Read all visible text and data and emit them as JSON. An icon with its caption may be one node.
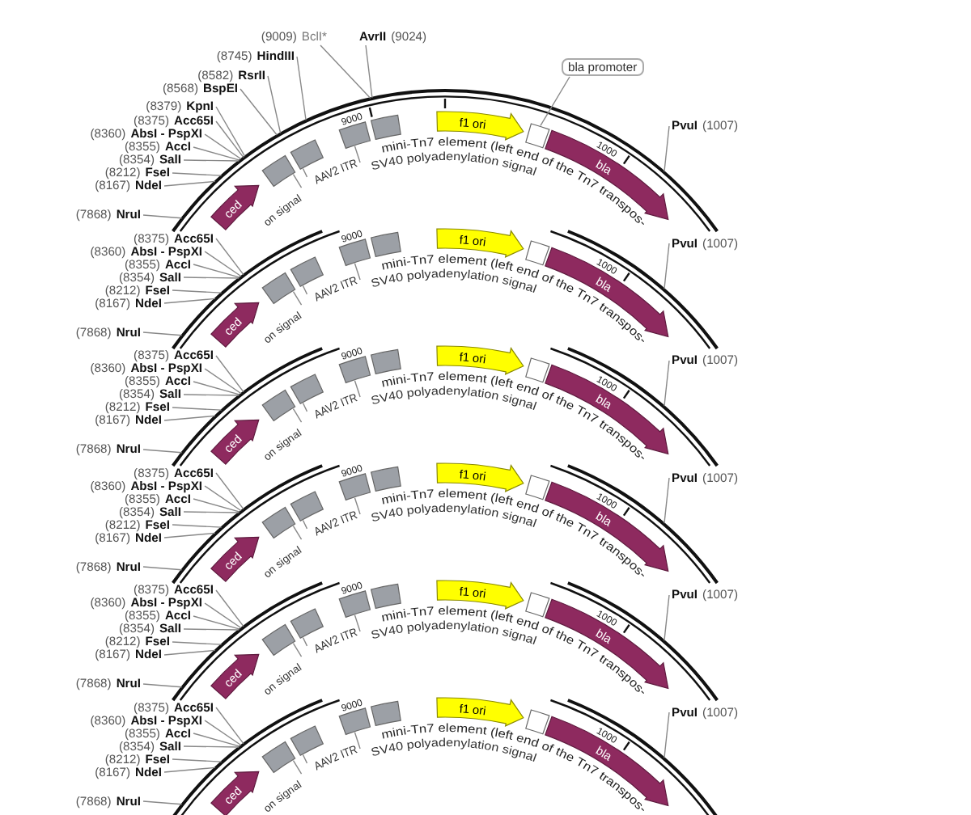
{
  "diagram": {
    "nodes": [
      {
        "text": [],
        "shape": "circle"
      },
      {
        "text": [
          "(9009)",
          "BclI*"
        ]
      },
      {
        "text": [
          "AvrII",
          "(9024)"
        ]
      },
      {
        "text": [
          "(8745)",
          "HindIII"
        ]
      },
      {
        "text": [
          "(8582)",
          "RsrII"
        ]
      },
      {
        "text": [
          "(8568)",
          "BspEI"
        ]
      },
      {
        "text": [
          "(8379)",
          "KpnI"
        ]
      },
      {
        "text": [
          "(8375)",
          "Acc65I"
        ]
      },
      {
        "text": [
          "(8360)",
          "AbsI - PspXI"
        ]
      },
      {
        "text": [
          "(8355)",
          "AccI"
        ]
      },
      {
        "text": [
          "(8354)",
          "SalI"
        ]
      },
      {
        "text": [
          "(8212)",
          "FseI"
        ]
      },
      {
        "text": [
          "(8167)",
          "NdeI"
        ]
      },
      {
        "text": [
          "(7868)",
          "NruI"
        ]
      },
      {
        "text": [
          "PvuI",
          "(1007)"
        ]
      },
      {
        "text": [
          "bla promoter"
        ]
      },
      {
        "text": [
          "f1 ori"
        ],
        "in": 0
      },
      {
        "text": [],
        "shape": "box",
        "in": 0
      },
      {
        "text": [
          "bla"
        ],
        "in": 0
      },
      {
        "text": [],
        "shape": "box",
        "in": 0
      },
      {
        "text": [],
        "shape": "box",
        "in": 0
      },
      {
        "text": [],
        "shape": "box",
        "in": 0
      },
      {
        "text": [],
        "shape": "box",
        "in": 0
      },
      {
        "text": [
          "ced"
        ],
        "in": 0
      },
      {
        "text": [
          "AAV2 ITR"
        ],
        "in": 0
      },
      {
        "text": [
          "SV40 polyadenylation signal"
        ],
        "in": 0
      },
      {
        "text": [
          "on signal"
        ],
        "in": 0
      },
      {
        "text": [],
        "shape": "circle"
      },
      {
        "text": [
          "(8375)",
          "Acc65I"
        ]
      },
      {
        "text": [
          "(8360)",
          "AbsI - PspXI"
        ]
      },
      {
        "text": [
          "(8355)",
          "AccI"
        ]
      },
      {
        "text": [
          "(8354)",
          "SalI"
        ]
      },
      {
        "text": [
          "(8212)",
          "FseI"
        ]
      },
      {
        "text": [
          "(8167)",
          "NdeI"
        ]
      },
      {
        "text": [
          "(7868)",
          "NruI"
        ]
      },
      {
        "text": [
          "PvuI",
          "(1007)"
        ]
      },
      {
        "text": [
          "f1 ori"
        ],
        "in": 27
      },
      {
        "text": [],
        "shape": "box",
        "in": 27
      },
      {
        "text": [
          "bla"
        ],
        "in": 27
      },
      {
        "text": [],
        "shape": "box",
        "in": 27
      },
      {
        "text": [],
        "shape": "box",
        "in": 27
      },
      {
        "text": [],
        "shape": "box",
        "in": 27
      },
      {
        "text": [],
        "shape": "box",
        "in": 27
      },
      {
        "text": [
          "ced"
        ],
        "in": 27
      },
      {
        "text": [
          "AAV2 ITR"
        ],
        "in": 27
      },
      {
        "text": [
          "SV40 polyadenylation signal"
        ],
        "in": 27
      },
      {
        "text": [
          "on signal"
        ],
        "in": 27
      },
      {
        "text": [],
        "shape": "circle"
      },
      {
        "text": [
          "(8375)",
          "Acc65I"
        ]
      },
      {
        "text": [
          "(8360)",
          "AbsI - PspXI"
        ]
      },
      {
        "text": [
          "(8355)",
          "AccI"
        ]
      },
      {
        "text": [
          "(8354)",
          "SalI"
        ]
      },
      {
        "text": [
          "(8212)",
          "FseI"
        ]
      },
      {
        "text": [
          "(8167)",
          "NdeI"
        ]
      },
      {
        "text": [
          "(7868)",
          "NruI"
        ]
      },
      {
        "text": [
          "PvuI",
          "(1007)"
        ]
      },
      {
        "text": [
          "f1 ori"
        ],
        "in": 47
      },
      {
        "text": [],
        "shape": "box",
        "in": 47
      },
      {
        "text": [
          "bla"
        ],
        "in": 47
      },
      {
        "text": [],
        "shape": "box",
        "in": 47
      },
      {
        "text": [],
        "shape": "box",
        "in": 47
      },
      {
        "text": [],
        "shape": "box",
        "in": 47
      },
      {
        "text": [],
        "shape": "box",
        "in": 47
      },
      {
        "text": [
          "ced"
        ],
        "in": 47
      },
      {
        "text": [
          "AAV2 ITR"
        ],
        "in": 47
      },
      {
        "text": [
          "SV40 polyadenylation signal"
        ],
        "in": 47
      },
      {
        "text": [
          "on signal"
        ],
        "in": 47
      },
      {
        "text": [],
        "shape": "circle"
      },
      {
        "text": [
          "(8375)",
          "Acc65I"
        ]
      },
      {
        "text": [
          "(8360)",
          "AbsI - PspXI"
        ]
      },
      {
        "text": [
          "(8355)",
          "AccI"
        ]
      },
      {
        "text": [
          "(8354)",
          "SalI"
        ]
      },
      {
        "text": [
          "(8212)",
          "FseI"
        ]
      },
      {
        "text": [
          "(8167)",
          "NdeI"
        ]
      },
      {
        "text": [
          "(7868)",
          "NruI"
        ]
      },
      {
        "text": [
          "PvuI",
          "(1007)"
        ]
      },
      {
        "text": [
          "f1 ori"
        ],
        "in": 67
      },
      {
        "text": [],
        "shape": "box",
        "in": 67
      },
      {
        "text": [
          "bla"
        ],
        "in": 67
      },
      {
        "text": [],
        "shape": "box",
        "in": 67
      },
      {
        "text": [],
        "shape": "box",
        "in": 67
      },
      {
        "text": [],
        "shape": "box",
        "in": 67
      },
      {
        "text": [],
        "shape": "box",
        "in": 67
      },
      {
        "text": [
          "ced"
        ],
        "in": 67
      },
      {
        "text": [
          "AAV2 ITR"
        ],
        "in": 67
      },
      {
        "text": [
          "SV40 polyadenylation signal"
        ],
        "in": 67
      },
      {
        "text": [
          "on signal"
        ],
        "in": 67
      },
      {
        "text": [],
        "shape": "circle"
      },
      {
        "text": [
          "(8375)",
          "Acc65I"
        ]
      },
      {
        "text": [
          "(8360)",
          "AbsI - PspXI"
        ]
      },
      {
        "text": [
          "(8355)",
          "AccI"
        ]
      },
      {
        "text": [
          "(8354)",
          "SalI"
        ]
      },
      {
        "text": [
          "(8212)",
          "FseI"
        ]
      },
      {
        "text": [
          "(8167)",
          "NdeI"
        ]
      },
      {
        "text": [
          "(7868)",
          "NruI"
        ]
      },
      {
        "text": [
          "PvuI",
          "(1007)"
        ]
      },
      {
        "text": [
          "f1 ori"
        ],
        "in": 87
      },
      {
        "text": [],
        "shape": "box",
        "in": 87
      },
      {
        "text": [
          "bla"
        ],
        "in": 87
      },
      {
        "text": [],
        "shape": "box",
        "in": 87
      },
      {
        "text": [],
        "shape": "box",
        "in": 87
      },
      {
        "text": [],
        "shape": "box",
        "in": 87
      },
      {
        "text": [],
        "shape": "box",
        "in": 87
      },
      {
        "text": [
          "ced"
        ],
        "in": 87
      },
      {
        "text": [
          "AAV2 ITR"
        ],
        "in": 87
      },
      {
        "text": [
          "SV40 polyadenylation signal"
        ],
        "in": 87
      },
      {
        "text": [
          "on signal"
        ],
        "in": 87
      },
      {
        "text": [],
        "shape": "circle"
      },
      {
        "text": [
          "(8375)",
          "Acc65I"
        ]
      },
      {
        "text": [
          "(8360)",
          "AbsI - PspXI"
        ]
      },
      {
        "text": [
          "(8355)",
          "AccI"
        ]
      },
      {
        "text": [
          "(8354)",
          "SalI"
        ]
      },
      {
        "text": [
          "(8212)",
          "FseI"
        ]
      },
      {
        "text": [
          "(8167)",
          "NdeI"
        ]
      },
      {
        "text": [
          "(7868)",
          "NruI"
        ]
      },
      {
        "text": [
          "PvuI",
          "(1007)"
        ]
      },
      {
        "text": [
          "f1 ori"
        ],
        "in": 107
      },
      {
        "text": [],
        "shape": "box",
        "in": 107
      },
      {
        "text": [
          "bla"
        ],
        "in": 107
      },
      {
        "text": [],
        "shape": "box",
        "in": 107
      },
      {
        "text": [],
        "shape": "box",
        "in": 107
      },
      {
        "text": [],
        "shape": "box",
        "in": 107
      },
      {
        "text": [],
        "shape": "box",
        "in": 107
      },
      {
        "text": [
          "ced"
        ],
        "in": 107
      },
      {
        "text": [
          "AAV2 ITR"
        ],
        "in": 107
      },
      {
        "text": [
          "SV40 polyadenylation signal"
        ],
        "in": 107
      },
      {
        "text": [
          "on signal"
        ],
        "in": 107
      }
    ],
    "edges": [
      {
        "from": 1,
        "to": 0,
        "arrow": "none"
      },
      {
        "from": 2,
        "to": 0,
        "arrow": "none"
      },
      {
        "from": 3,
        "to": 0,
        "arrow": "none"
      },
      {
        "from": 4,
        "to": 0,
        "arrow": "none"
      },
      {
        "from": 5,
        "to": 0,
        "arrow": "none"
      },
      {
        "from": 6,
        "to": 0,
        "arrow": "none"
      },
      {
        "from": 7,
        "to": 0,
        "arrow": "none"
      },
      {
        "from": 8,
        "to": 0,
        "arrow": "none"
      },
      {
        "from": 9,
        "to": 0,
        "arrow": "none"
      },
      {
        "from": 10,
        "to": 0,
        "arrow": "none"
      },
      {
        "from": 11,
        "to": 0,
        "arrow": "none"
      },
      {
        "from": 12,
        "to": 0,
        "arrow": "none"
      },
      {
        "from": 13,
        "to": 0,
        "arrow": "none"
      },
      {
        "from": 14,
        "to": 0,
        "arrow": "none"
      },
      {
        "from": 15,
        "to": 17,
        "arrow": "none"
      },
      {
        "from": 24,
        "to": 20,
        "arrow": "none"
      },
      {
        "from": 25,
        "to": 21,
        "arrow": "none"
      },
      {
        "from": 26,
        "to": 19,
        "arrow": "none"
      },
      {
        "from": 28,
        "to": 27,
        "arrow": "none"
      },
      {
        "from": 29,
        "to": 27,
        "arrow": "none"
      },
      {
        "from": 30,
        "to": 27,
        "arrow": "none"
      },
      {
        "from": 31,
        "to": 27,
        "arrow": "none"
      },
      {
        "from": 32,
        "to": 27,
        "arrow": "none"
      },
      {
        "from": 33,
        "to": 27,
        "arrow": "none"
      },
      {
        "from": 34,
        "to": 27,
        "arrow": "none"
      },
      {
        "from": 35,
        "to": 27,
        "arrow": "none"
      },
      {
        "from": 44,
        "to": 40,
        "arrow": "none"
      },
      {
        "from": 45,
        "to": 41,
        "arrow": "none"
      },
      {
        "from": 46,
        "to": 39,
        "arrow": "none"
      },
      {
        "from": 48,
        "to": 47,
        "arrow": "none"
      },
      {
        "from": 49,
        "to": 47,
        "arrow": "none"
      },
      {
        "from": 50,
        "to": 47,
        "arrow": "none"
      },
      {
        "from": 51,
        "to": 47,
        "arrow": "none"
      },
      {
        "from": 52,
        "to": 47,
        "arrow": "none"
      },
      {
        "from": 53,
        "to": 47,
        "arrow": "none"
      },
      {
        "from": 54,
        "to": 47,
        "arrow": "none"
      },
      {
        "from": 55,
        "to": 47,
        "arrow": "none"
      },
      {
        "from": 64,
        "to": 60,
        "arrow": "none"
      },
      {
        "from": 65,
        "to": 61,
        "arrow": "none"
      },
      {
        "from": 66,
        "to": 59,
        "arrow": "none"
      },
      {
        "from": 68,
        "to": 67,
        "arrow": "none"
      },
      {
        "from": 69,
        "to": 67,
        "arrow": "none"
      },
      {
        "from": 70,
        "to": 67,
        "arrow": "none"
      },
      {
        "from": 71,
        "to": 67,
        "arrow": "none"
      },
      {
        "from": 72,
        "to": 67,
        "arrow": "none"
      },
      {
        "from": 73,
        "to": 67,
        "arrow": "none"
      },
      {
        "from": 74,
        "to": 67,
        "arrow": "none"
      },
      {
        "from": 75,
        "to": 67,
        "arrow": "none"
      },
      {
        "from": 84,
        "to": 80,
        "arrow": "none"
      },
      {
        "from": 85,
        "to": 81,
        "arrow": "none"
      },
      {
        "from": 86,
        "to": 79,
        "arrow": "none"
      },
      {
        "from": 88,
        "to": 87,
        "arrow": "none"
      },
      {
        "from": 89,
        "to": 87,
        "arrow": "none"
      },
      {
        "from": 90,
        "to": 87,
        "arrow": "none"
      },
      {
        "from": 91,
        "to": 87,
        "arrow": "none"
      },
      {
        "from": 92,
        "to": 87,
        "arrow": "none"
      },
      {
        "from": 93,
        "to": 87,
        "arrow": "none"
      },
      {
        "from": 94,
        "to": 87,
        "arrow": "none"
      },
      {
        "from": 95,
        "to": 87,
        "arrow": "none"
      },
      {
        "from": 104,
        "to": 100,
        "arrow": "none"
      },
      {
        "from": 105,
        "to": 101,
        "arrow": "none"
      },
      {
        "from": 106,
        "to": 99,
        "arrow": "none"
      },
      {
        "from": 108,
        "to": 107,
        "arrow": "none"
      },
      {
        "from": 109,
        "to": 107,
        "arrow": "none"
      },
      {
        "from": 110,
        "to": 107,
        "arrow": "none"
      },
      {
        "from": 111,
        "to": 107,
        "arrow": "none"
      },
      {
        "from": 112,
        "to": 107,
        "arrow": "none"
      },
      {
        "from": 113,
        "to": 107,
        "arrow": "none"
      },
      {
        "from": 114,
        "to": 107,
        "arrow": "none"
      },
      {
        "from": 115,
        "to": 107,
        "arrow": "none"
      },
      {
        "from": 124,
        "to": 120,
        "arrow": "none"
      },
      {
        "from": 125,
        "to": 121,
        "arrow": "none"
      },
      {
        "from": 126,
        "to": 119,
        "arrow": "none"
      }
    ],
    "labels": [
      "9000",
      "1000",
      "mini-Tn7 element (left end of the Tn7 transpos-",
      "9000",
      "1000",
      "mini-Tn7 element (left end of the Tn7 transpos-",
      "9000",
      "1000",
      "mini-Tn7 element (left end of the Tn7 transpos-",
      "9000",
      "1000",
      "mini-Tn7 element (left end of the Tn7 transpos-",
      "9000",
      "1000",
      "mini-Tn7 element (left end of the Tn7 transpos-",
      "9000",
      "1000",
      "mini-Tn7 element (left end of the Tn7 transpos-"
    ]
  }
}
